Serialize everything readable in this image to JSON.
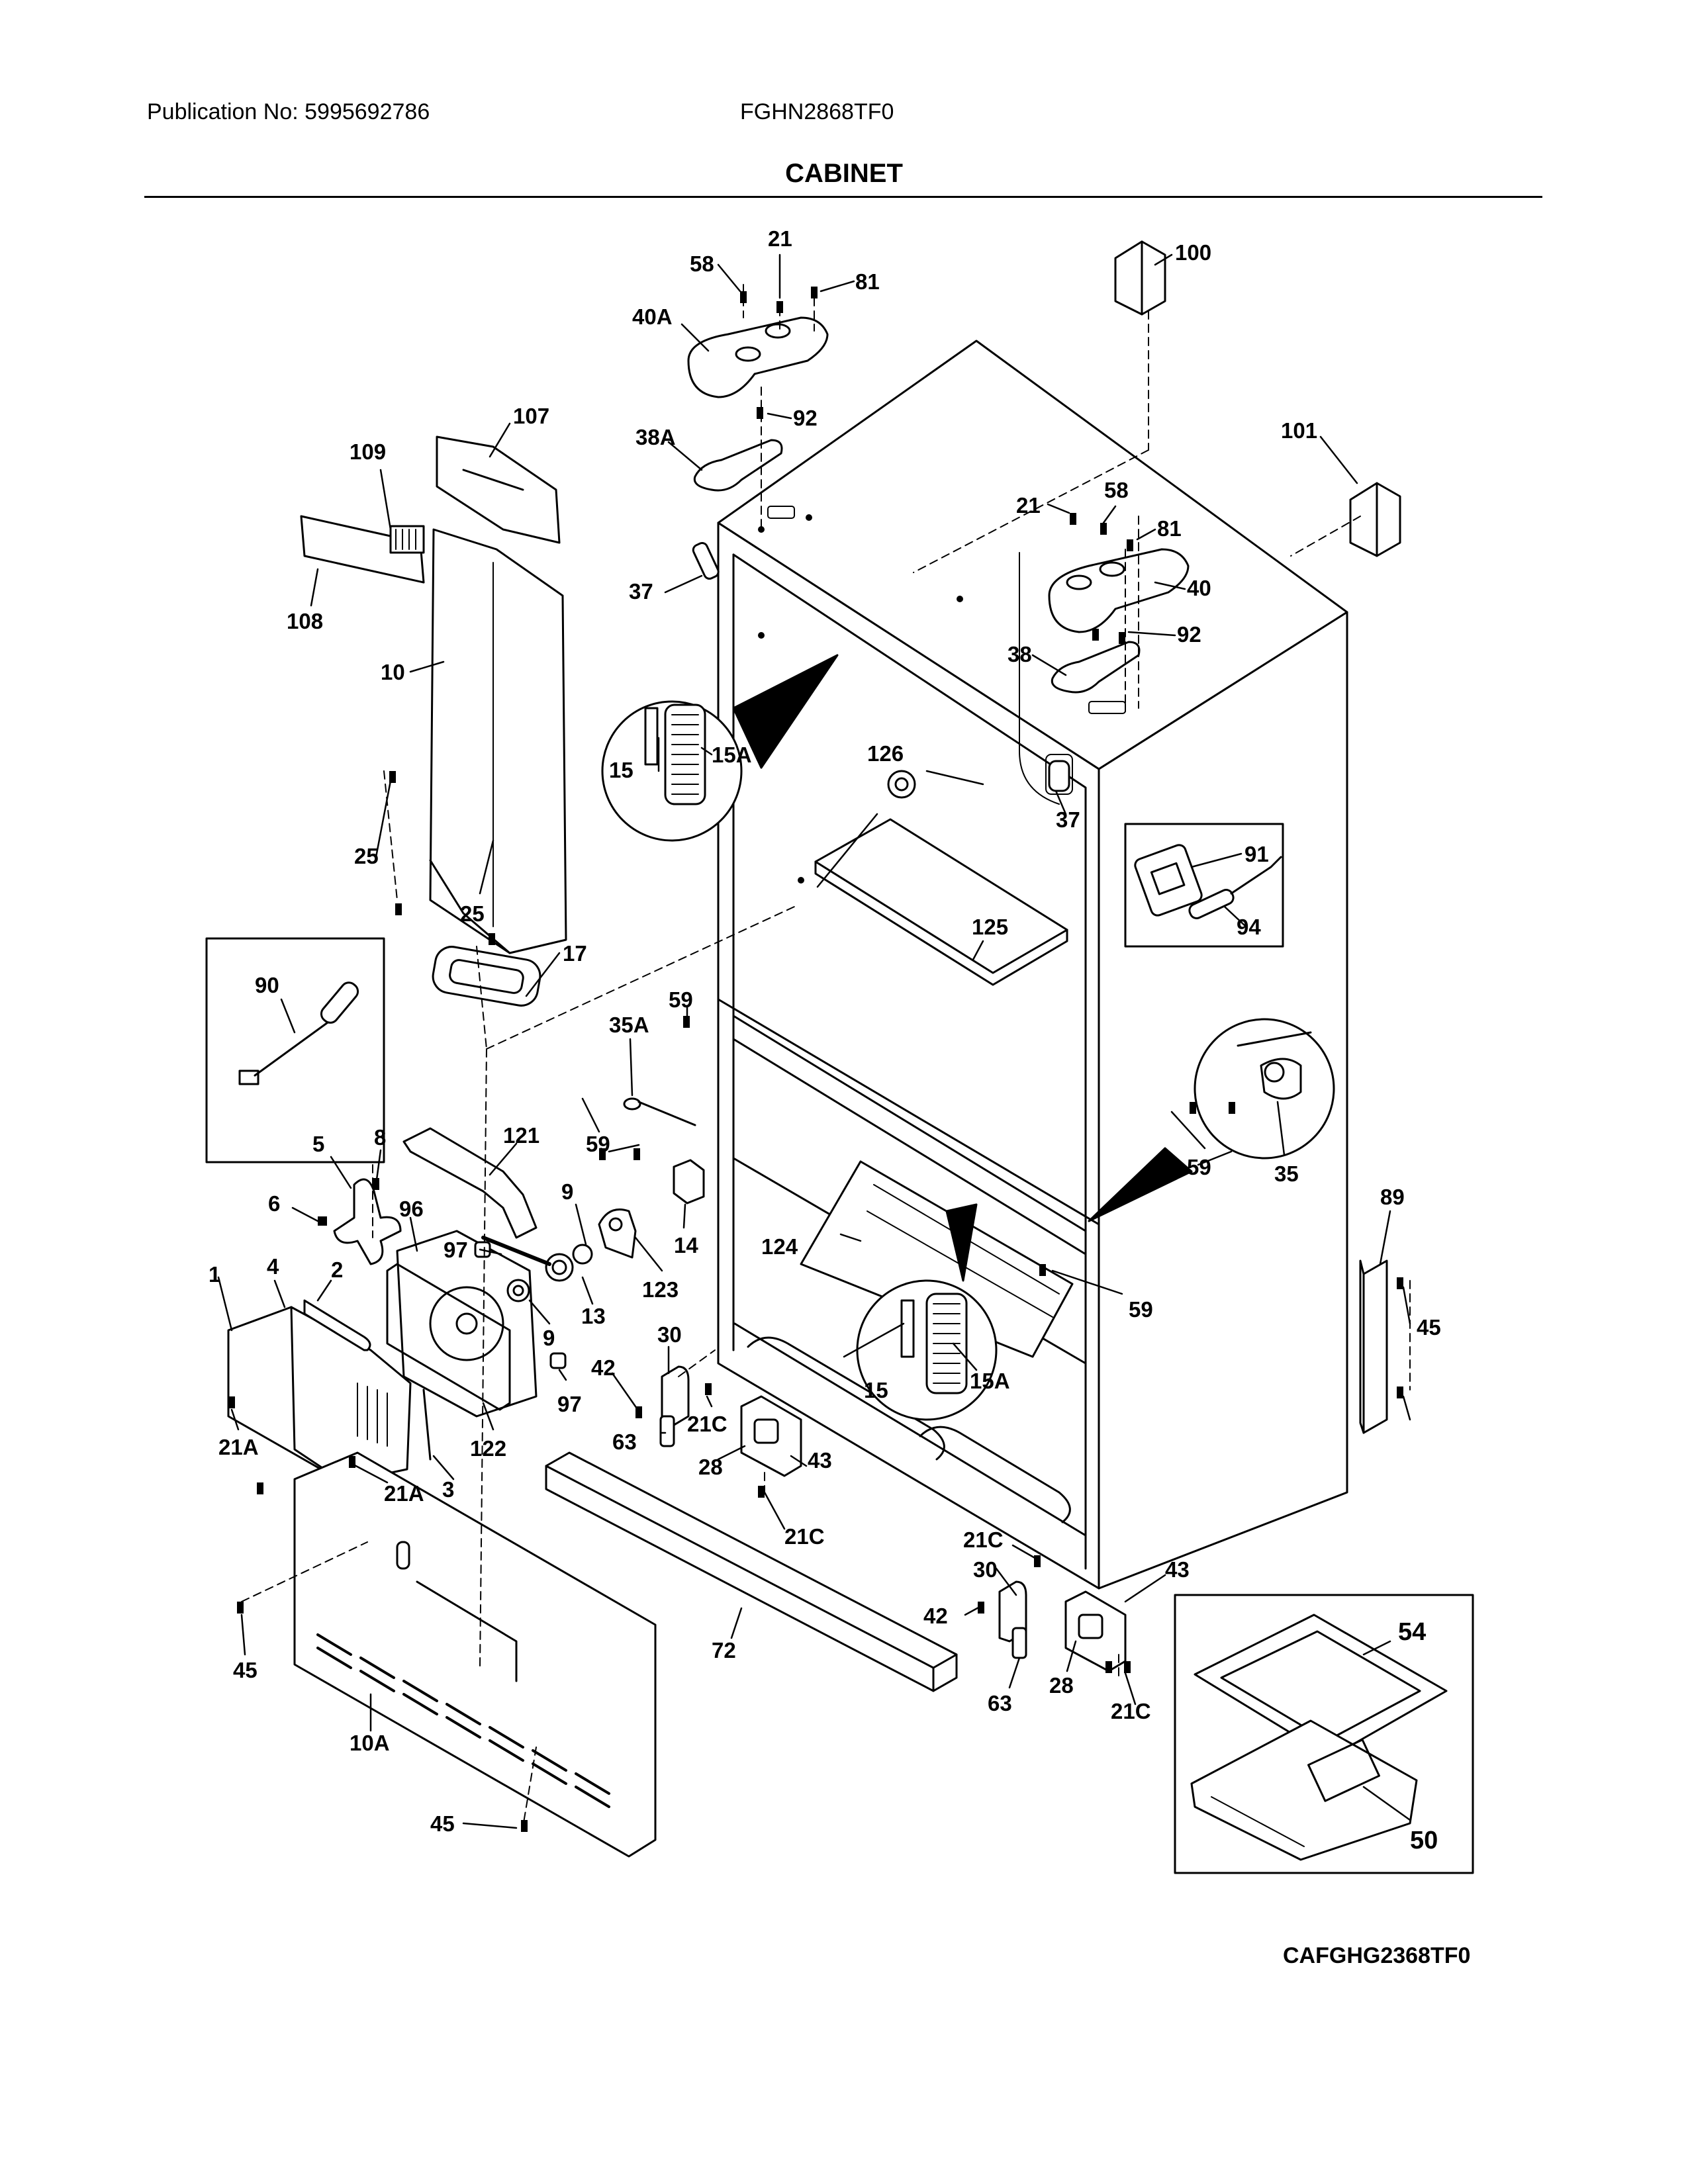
{
  "header": {
    "publication": "Publication No: 5995692786",
    "model": "FGHN2868TF0",
    "title": "CABINET"
  },
  "footer": {
    "diagram_code": "CAFGHG2368TF0"
  },
  "callouts": {
    "c58a": "58",
    "c21a": "21",
    "c81a": "81",
    "c100": "100",
    "c40a": "40A",
    "c92a": "92",
    "c38a": "38A",
    "c107": "107",
    "c109": "109",
    "c101": "101",
    "c21b": "21",
    "c58b": "58",
    "c81b": "81",
    "c40": "40",
    "c37a": "37",
    "c92b": "92",
    "c38": "38",
    "c108": "108",
    "c10": "10",
    "c15a": "15",
    "c15aa": "15A",
    "c126": "126",
    "c37b": "37",
    "c91": "91",
    "c94": "94",
    "c25a": "25",
    "c25b": "25",
    "c17": "17",
    "c125": "125",
    "c90": "90",
    "c59a": "59",
    "c35a": "35A",
    "c59b": "59",
    "c5": "5",
    "c8": "8",
    "c121": "121",
    "c6": "6",
    "c96": "96",
    "c9a": "9",
    "c97a": "97",
    "c14": "14",
    "c123": "123",
    "c13": "13",
    "c59c": "59",
    "c35": "35",
    "c89": "89",
    "c1": "1",
    "c4": "4",
    "c2": "2",
    "c124": "124",
    "c59d": "59",
    "c9b": "9",
    "c30a": "30",
    "c42a": "42",
    "c97b": "97",
    "c21c1": "21C",
    "c63a": "63",
    "c28a": "28",
    "c43a": "43",
    "c15b": "15",
    "c15ab": "15A",
    "c45a": "45",
    "c21a1": "21A",
    "c21a2": "21A",
    "c3": "3",
    "c122": "122",
    "c21c2": "21C",
    "c21c3": "21C",
    "c30b": "30",
    "c43b": "43",
    "c42b": "42",
    "c54": "54",
    "c45b": "45",
    "c72": "72",
    "c28b": "28",
    "c63b": "63",
    "c21c4": "21C",
    "c10a": "10A",
    "c50": "50",
    "c45c": "45"
  }
}
